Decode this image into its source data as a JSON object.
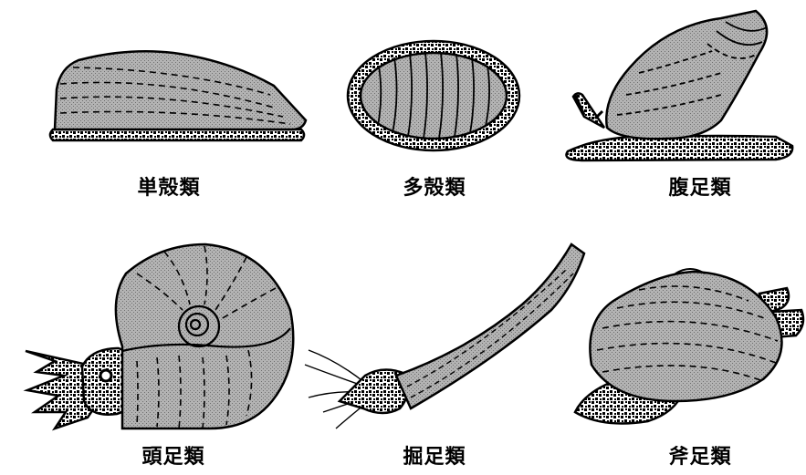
{
  "labels": {
    "monoplacophora": "単殻類",
    "polyplacophora": "多殻類",
    "gastropoda": "腹足類",
    "cephalopoda": "頭足類",
    "scaphopoda": "掘足類",
    "bivalvia": "斧足類"
  },
  "colors": {
    "shell_fill": "#b3b3b3",
    "soft_body_fill": "#ffffff",
    "soft_body_pattern": "#000000",
    "outline": "#000000"
  }
}
